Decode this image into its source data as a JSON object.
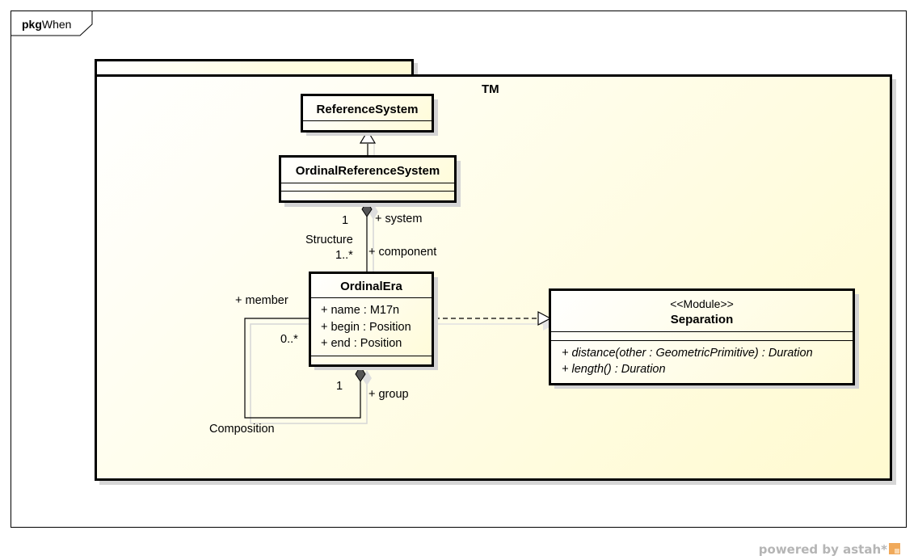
{
  "frame": {
    "keyword": "pkg",
    "name": "When"
  },
  "package": {
    "name": "TM"
  },
  "classes": {
    "reference_system": {
      "name": "ReferenceSystem"
    },
    "ordinal_reference_system": {
      "name": "OrdinalReferenceSystem"
    },
    "ordinal_era": {
      "name": "OrdinalEra",
      "attributes": [
        "+ name : M17n",
        "+ begin : Position",
        "+ end : Position"
      ]
    },
    "separation": {
      "stereotype": "<<Module>>",
      "name": "Separation",
      "operations": [
        "+ distance(other : GeometricPrimitive) : Duration",
        "+ length() : Duration"
      ]
    }
  },
  "associations": {
    "structure": {
      "name": "Structure",
      "source_multiplicity": "1",
      "source_role": "+ system",
      "target_multiplicity": "1..*",
      "target_role": "+ component"
    },
    "composition": {
      "name": "Composition",
      "member_role": "+ member",
      "member_multiplicity": "0..*",
      "group_multiplicity": "1",
      "group_role": "+ group"
    }
  },
  "footer": {
    "powered_by": "powered by astah*"
  }
}
